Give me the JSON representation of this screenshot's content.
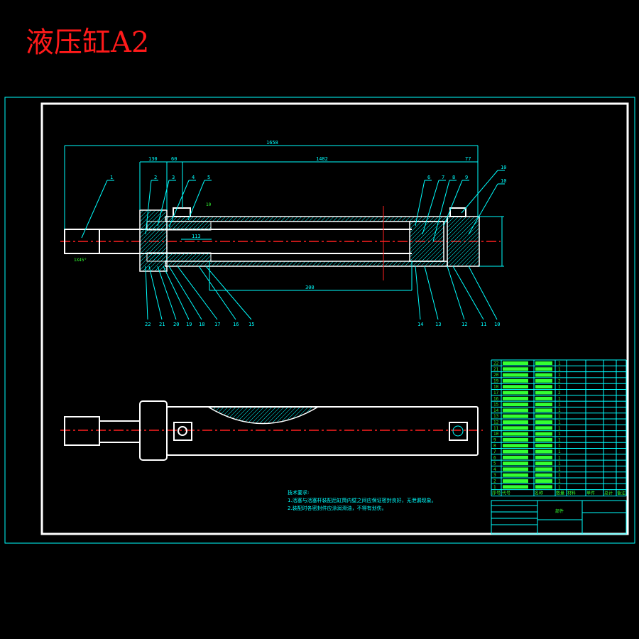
{
  "title": "液压缸A2",
  "colors": {
    "frame": "#00ffff",
    "outline": "#ffffff",
    "centerline": "#ff2020",
    "table_text": "#33ff33",
    "title": "#ff1a1a"
  },
  "dimensions": {
    "total_length": "1658",
    "tube_length": "1482",
    "gland": "130",
    "port_offset": "60",
    "cap": "77",
    "stroke_mark": "300",
    "inner": "113",
    "weld": "10",
    "chamfer": "1X45°"
  },
  "balloons_top": [
    "1",
    "2",
    "3",
    "4",
    "5",
    "6",
    "7",
    "8",
    "9",
    "10",
    "10"
  ],
  "balloons_bottom": [
    "22",
    "21",
    "20",
    "19",
    "18",
    "17",
    "16",
    "15",
    "14",
    "13",
    "12",
    "11",
    "10"
  ],
  "notes": {
    "heading": "技术要求:",
    "line1": "1.活塞与活塞杆装配后缸筒内壁之间应保证密封良好，无泄漏现象。",
    "line2": "2.装配时各密封件应涂润滑油，不得有划伤。"
  },
  "bom": {
    "rows": [
      {
        "no": "22",
        "qty": "1"
      },
      {
        "no": "21",
        "qty": "1"
      },
      {
        "no": "20",
        "qty": "1"
      },
      {
        "no": "19",
        "qty": "2"
      },
      {
        "no": "18",
        "qty": "1"
      },
      {
        "no": "17",
        "qty": "2"
      },
      {
        "no": "16",
        "qty": "1"
      },
      {
        "no": "15",
        "qty": "1"
      },
      {
        "no": "14",
        "qty": "1"
      },
      {
        "no": "13",
        "qty": "1"
      },
      {
        "no": "12",
        "qty": "1"
      },
      {
        "no": "11",
        "qty": "1"
      },
      {
        "no": "10",
        "qty": "1"
      },
      {
        "no": "9",
        "qty": "1"
      },
      {
        "no": "8",
        "qty": "1"
      },
      {
        "no": "7",
        "qty": "1"
      },
      {
        "no": "6",
        "qty": "1"
      },
      {
        "no": "5",
        "qty": "1"
      },
      {
        "no": "4",
        "qty": "1"
      },
      {
        "no": "3",
        "qty": "1"
      },
      {
        "no": "2",
        "qty": "1"
      },
      {
        "no": "1",
        "qty": "1"
      }
    ],
    "headers": [
      "序号",
      "代号",
      "名称",
      "数量",
      "材料",
      "单件",
      "总计",
      "备注"
    ],
    "block_title": "部件"
  }
}
